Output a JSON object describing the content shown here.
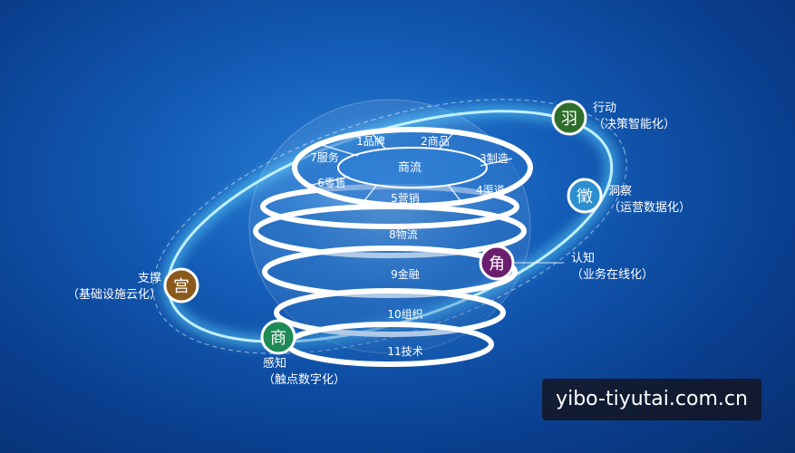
{
  "center": "商流",
  "inner_segments": [
    "1品牌",
    "2商品",
    "3制造",
    "4渠道",
    "5营销",
    "6零售",
    "7服务"
  ],
  "rings": [
    "8物流",
    "9金融",
    "10组织",
    "11技术"
  ],
  "badges": [
    {
      "char": "羽",
      "title": "行动",
      "subtitle": "（决策智能化）",
      "color": "#2f6e2a"
    },
    {
      "char": "徵",
      "title": "洞察",
      "subtitle": "（运营数据化）",
      "color": "#2b8fd0"
    },
    {
      "char": "角",
      "title": "认知",
      "subtitle": "（业务在线化）",
      "color": "#6a1f6e"
    },
    {
      "char": "宫",
      "title": "支撑",
      "subtitle": "（基础设施云化）",
      "color": "#8a5a1c"
    },
    {
      "char": "商",
      "title": "感知",
      "subtitle": "（触点数字化）",
      "color": "#1e8a55"
    }
  ],
  "watermark": "yibo-tiyutai.com.cn",
  "colors": {
    "ring": "#ffffff",
    "orbit_glow": "#5fd4ff",
    "background": "#135bb5"
  }
}
